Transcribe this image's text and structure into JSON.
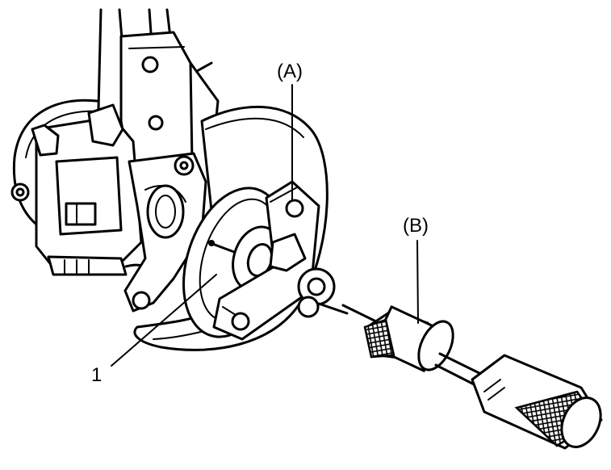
{
  "labels": {
    "tool_a": "(A)",
    "tool_b": "(B)",
    "part_1": "1"
  },
  "colors": {
    "line": "#000000",
    "background": "#ffffff"
  }
}
